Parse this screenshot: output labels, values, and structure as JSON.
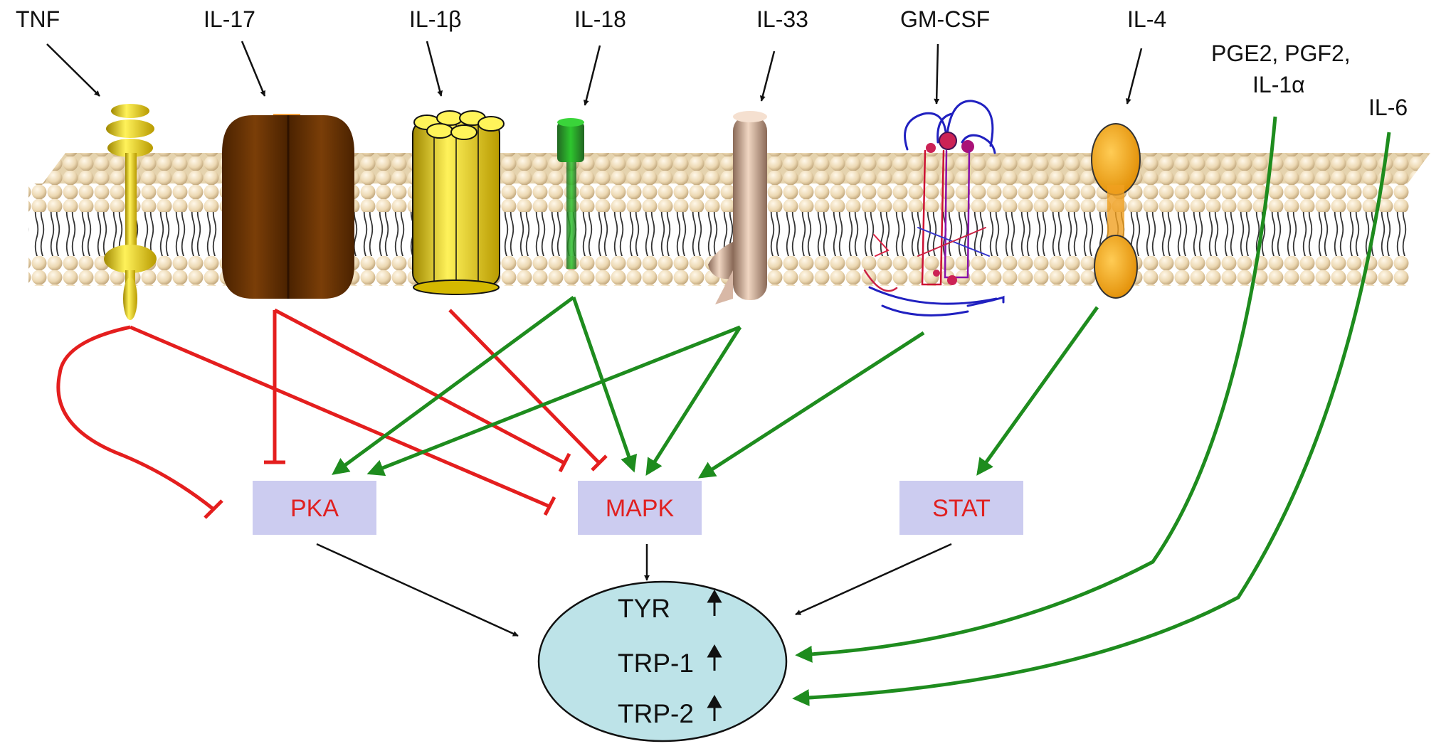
{
  "ligands": {
    "tnf": "TNF",
    "il17": "IL-17",
    "il1b": "IL-1β",
    "il18": "IL-18",
    "il33": "IL-33",
    "gmcsf": "GM-CSF",
    "il4": "IL-4",
    "pge_line1": "PGE2, PGF2,",
    "pge_line2": "IL-1α",
    "il6": "IL-6"
  },
  "pathways": {
    "pka": "PKA",
    "mapk": "MAPK",
    "stat": "STAT"
  },
  "genes": {
    "tyr": "TYR",
    "trp1": "TRP-1",
    "trp2": "TRP-2"
  },
  "colors": {
    "activation": "#1e8c1e",
    "inhibition": "#e41e1e",
    "pathway_box": "#ccccf0",
    "pathway_text": "#e02020",
    "nucleus_fill": "#bde3e8",
    "membrane_head": "#eedcb8"
  }
}
